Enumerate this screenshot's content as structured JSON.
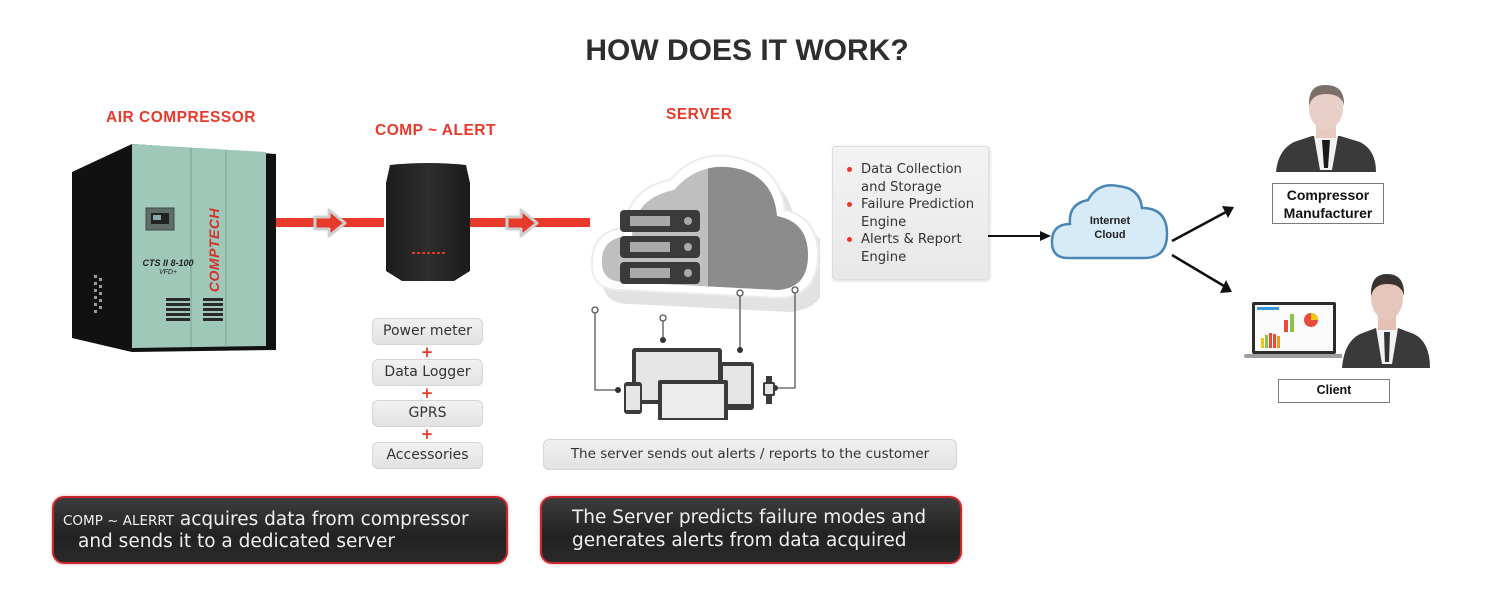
{
  "title": "HOW DOES IT WORK?",
  "colors": {
    "accent": "#e7392b",
    "dark_box": "#2a2a2a",
    "cloud_fill": "#d6eaf8",
    "cloud_stroke": "#4a86b5"
  },
  "sections": {
    "air_compressor": {
      "label": "AIR COMPRESSOR",
      "brand": "COMPTECH",
      "model": "CTS II 8-100",
      "variant": "VFD+"
    },
    "comp_alert": {
      "label": "COMP ~ ALERT",
      "components": [
        "Power meter",
        "Data Logger",
        "GPRS",
        "Accessories"
      ],
      "joiner": "+"
    },
    "server": {
      "label": "SERVER",
      "sends_note": "The server sends out alerts / reports to the customer"
    },
    "server_features": {
      "items": [
        "Data Collection and Storage",
        "Failure Prediction Engine",
        "Alerts & Report Engine"
      ]
    },
    "internet_cloud": {
      "line1": "Internet",
      "line2": "Cloud"
    },
    "recipients": [
      {
        "line1": "Compressor",
        "line2": "Manufacturer"
      },
      {
        "line1": "Client"
      }
    ]
  },
  "captions": {
    "left": {
      "prefix": "COMP ~ ALERRT",
      "line1": " acquires data from compressor",
      "line2": "and sends it to a dedicated server"
    },
    "right": {
      "line1": "The Server predicts failure modes and",
      "line2": "generates alerts from data acquired"
    }
  }
}
